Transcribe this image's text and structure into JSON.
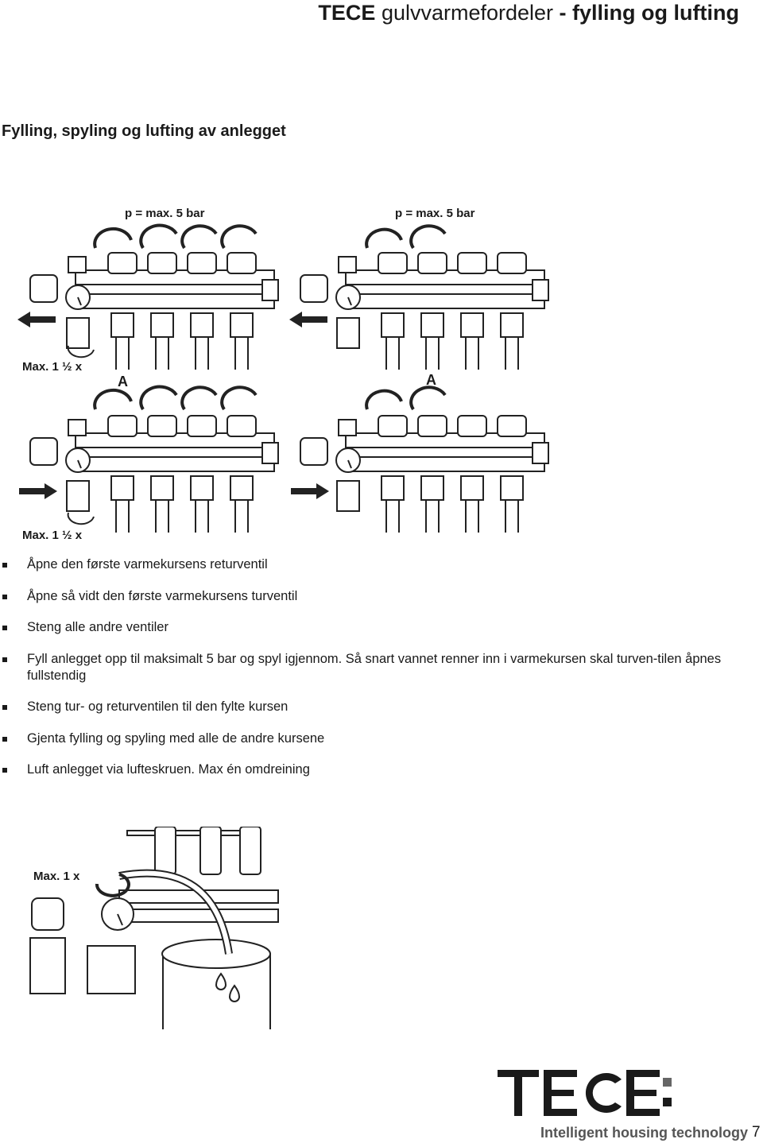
{
  "header": {
    "brand": "TECE",
    "title_light": " gulvvarmefordeler ",
    "title_bold": "- fylling og lufting"
  },
  "section_heading": "Fylling, spyling og lufting av anlegget",
  "figures": {
    "pressure_label_left": "p = max. 5 bar",
    "pressure_label_right": "p = max. 5 bar",
    "turns_label_top": "Max. 1 ½ x",
    "turns_label_bottom": "Max. 1 ½ x",
    "marker_a_left": "A",
    "marker_a_right": "A",
    "air_vent_label": "Max. 1 x"
  },
  "steps": [
    "Åpne den første varmekursens returventil",
    "Åpne så vidt den første varmekursens turventil",
    "Steng alle andre ventiler",
    "Fyll anlegget opp til maksimalt 5 bar og spyl igjennom. Så snart vannet renner inn i varmekursen skal turven-tilen åpnes fullstendig",
    "Steng tur- og returventilen til den fylte kursen",
    "Gjenta fylling og spyling med alle de andre kursene",
    "Luft anlegget via lufteskruen. Max én omdreining"
  ],
  "footer": {
    "logo": "TECE",
    "tagline": "Intelligent housing technology",
    "page_number": "7"
  },
  "colors": {
    "text": "#1a1a1a",
    "tagline": "#555555",
    "logo": "#1a1a1a",
    "logo_square": "#666666"
  }
}
